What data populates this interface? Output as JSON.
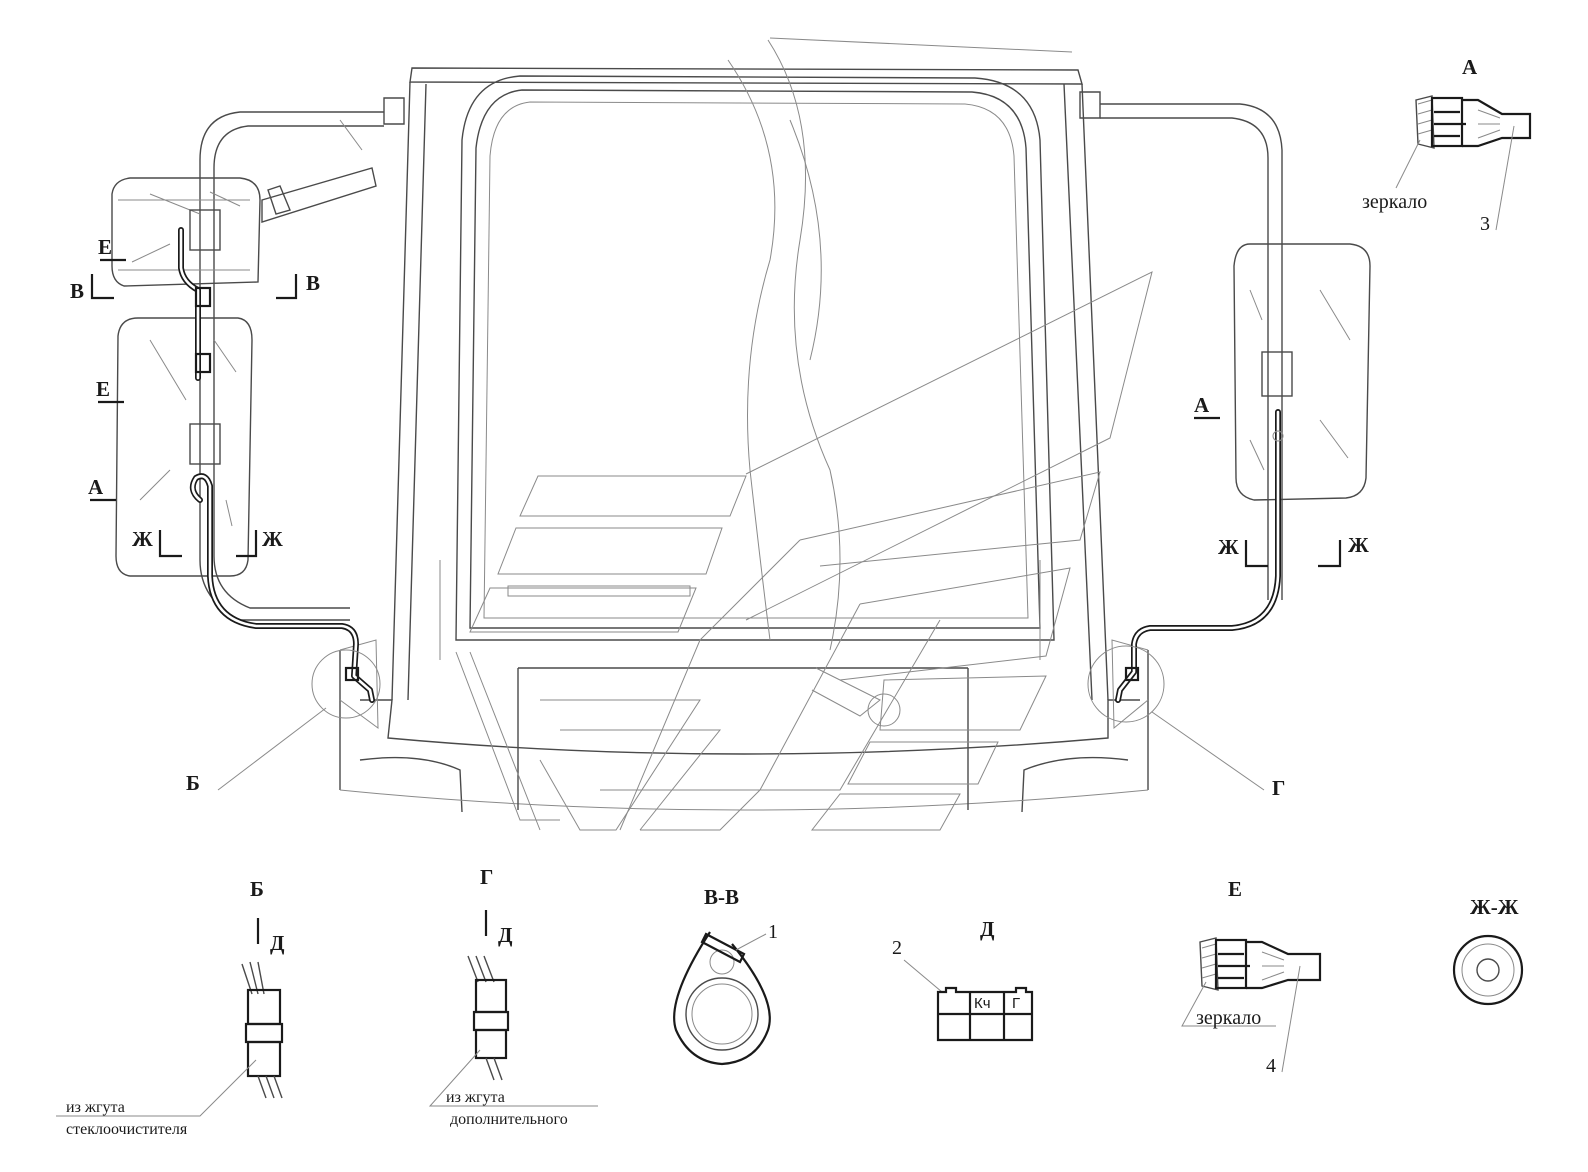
{
  "main_view": {
    "callout_b": "Б",
    "callout_g": "Г",
    "section_e_left_top": "Е",
    "section_e_left_mid": "Е",
    "section_a_left": "А",
    "section_v_left": "В",
    "section_v_right": "В",
    "section_zh_left_a": "Ж",
    "section_zh_left_b": "Ж",
    "section_a_right": "А",
    "section_zh_right_a": "Ж",
    "section_zh_right_b": "Ж"
  },
  "detail_a": {
    "title": "А",
    "note": "зеркало",
    "position": "3"
  },
  "detail_b": {
    "title": "Б",
    "view_mark": "Д",
    "note_line1": "из жгута",
    "note_line2": "стеклоочистителя"
  },
  "detail_g": {
    "title": "Г",
    "view_mark": "Д",
    "note_line1": "из жгута",
    "note_line2": "дополнительного"
  },
  "section_vv": {
    "title": "В-В",
    "position": "1"
  },
  "view_d": {
    "title": "Д",
    "position": "2",
    "cell_1": "Кч",
    "cell_2": "Г"
  },
  "detail_e": {
    "title": "Е",
    "note": "зеркало",
    "position": "4"
  },
  "section_zhzh": {
    "title": "Ж-Ж"
  }
}
